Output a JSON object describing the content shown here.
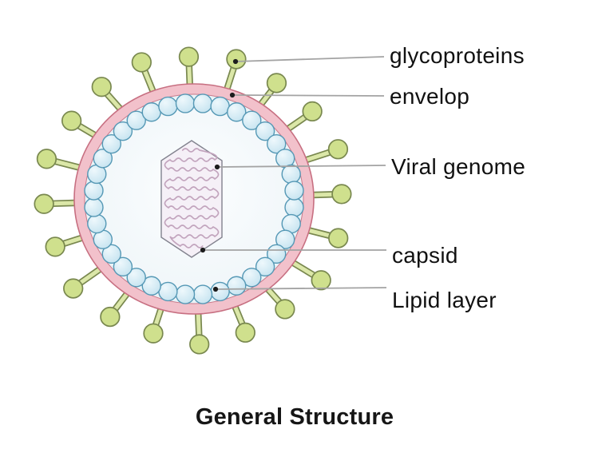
{
  "figure": {
    "title": "General Structure",
    "labels": [
      {
        "id": "glycoproteins",
        "text": "glycoproteins"
      },
      {
        "id": "envelop",
        "text": "envelop"
      },
      {
        "id": "viral-genome",
        "text": "Viral genome"
      },
      {
        "id": "capsid",
        "text": "capsid"
      },
      {
        "id": "lipid-layer",
        "text": "Lipid layer"
      }
    ],
    "palette": {
      "background": "#ffffff",
      "envelope_fill": "#f2c1cb",
      "envelope_stroke": "#c76f81",
      "envelope_inner_gap": "#e9f3f7",
      "interior_center": "#fcfeff",
      "interior_edge": "#e2edf2",
      "bead_fill": "#c9e6f2",
      "bead_highlight": "#eef8fc",
      "bead_stroke": "#5598b5",
      "spike_fill": "#dbe7a8",
      "spike_knob_fill": "#cfe08d",
      "spike_stroke": "#79884f",
      "hexagon_fill": "#f4eff6",
      "hexagon_stroke": "#82828e",
      "genome_thread": "#c2a4bd",
      "leader_line": "#a3a3a3",
      "dot": "#1c1c1c",
      "label_text": "#111111",
      "title_text": "#161616"
    }
  }
}
